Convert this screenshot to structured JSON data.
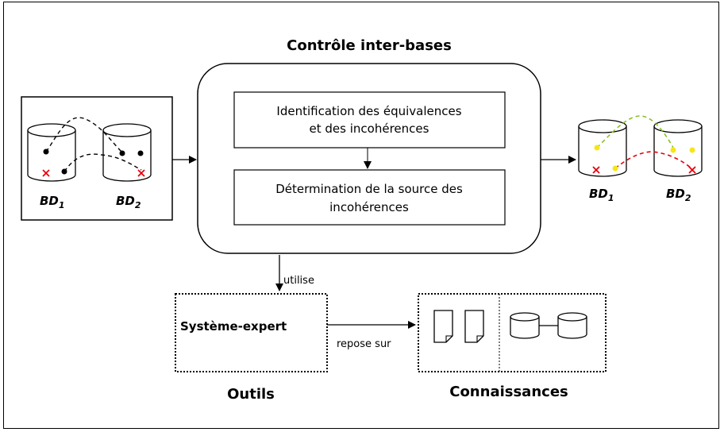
{
  "title": "Contrôle inter-bases",
  "steps": [
    {
      "line1": "Identification des équivalences",
      "line2": "et des incohérences"
    },
    {
      "line1": "Détermination de la source des",
      "line2": "incohérences"
    }
  ],
  "databases": {
    "left": [
      {
        "name": "BD",
        "sub": "1"
      },
      {
        "name": "BD",
        "sub": "2"
      }
    ],
    "right": [
      {
        "name": "BD",
        "sub": "1"
      },
      {
        "name": "BD",
        "sub": "2"
      }
    ]
  },
  "arrows": {
    "uses": "utilise",
    "relies_on": "repose sur"
  },
  "tools": {
    "item": "Système-expert",
    "caption": "Outils"
  },
  "knowledge": {
    "caption": "Connaissances"
  },
  "colors": {
    "mismatch_mark": "#e8000b",
    "match_point": "#f5e61a",
    "match_link": "#8bbf2a",
    "mismatch_link": "#e8000b"
  }
}
